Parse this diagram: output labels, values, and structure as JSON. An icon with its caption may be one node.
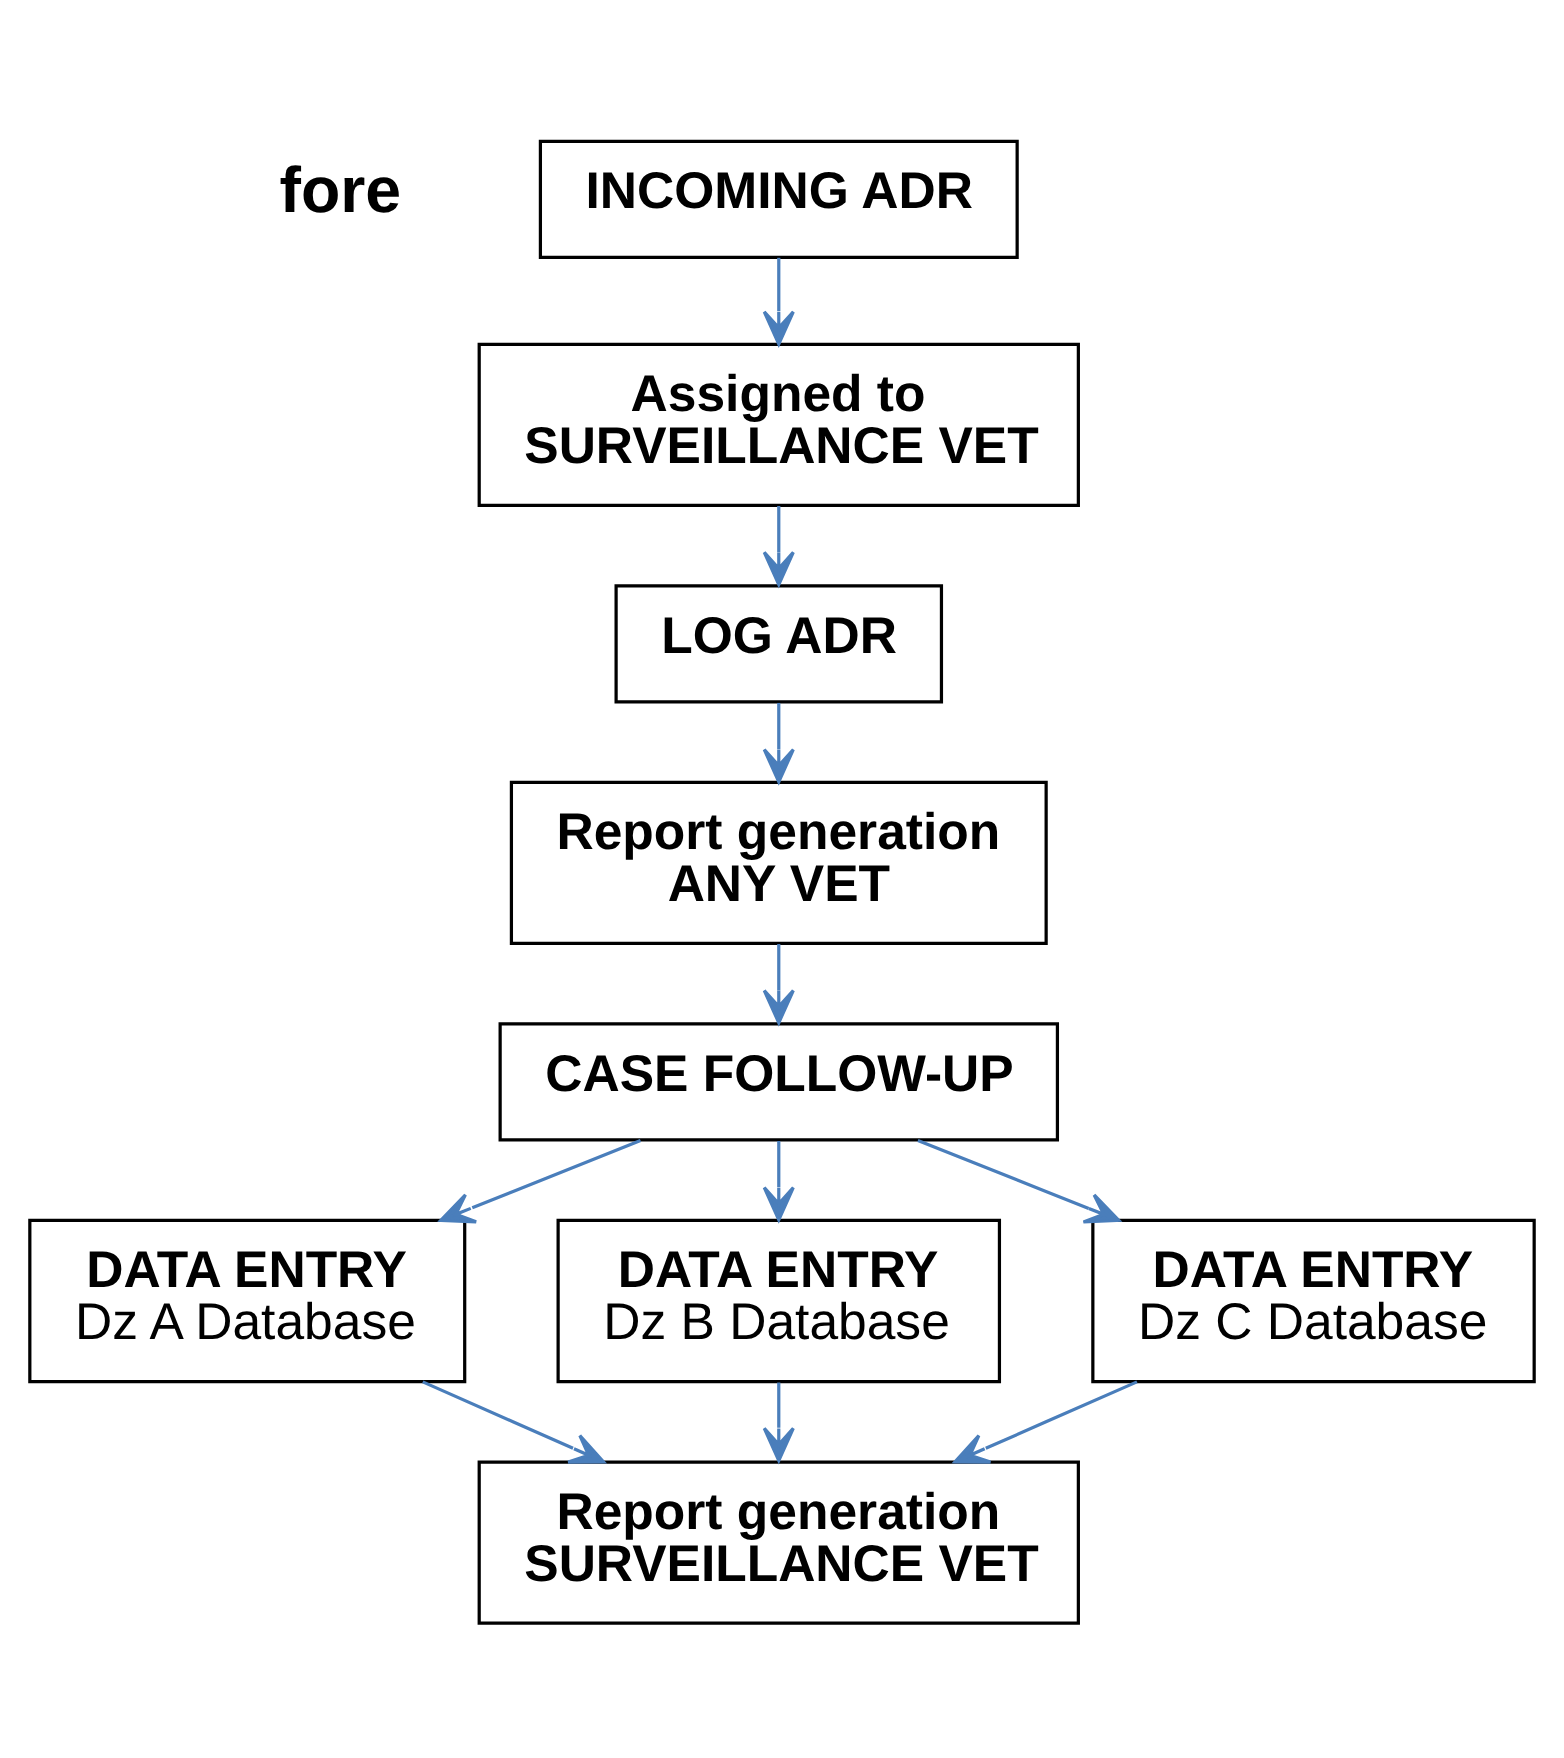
{
  "diagram": {
    "nodes": [
      {
        "text": [
          "INCOMING ADR"
        ]
      },
      {
        "text": [
          "Assigned to SURVEILLANCE VET"
        ]
      },
      {
        "text": [
          "LOG ADR"
        ]
      },
      {
        "text": [
          "Report generation ANY VET"
        ]
      },
      {
        "text": [
          "CASE FOLLOW-UP"
        ]
      },
      {
        "text": [
          "DATA ENTRY",
          "Dz A Database"
        ]
      },
      {
        "text": [
          "DATA ENTRY",
          "Dz B Database"
        ]
      },
      {
        "text": [
          "DATA ENTRY",
          "Dz C Database"
        ]
      },
      {
        "text": [
          "Report generation SURVEILLANCE VET"
        ]
      }
    ],
    "edges": [
      {
        "from": 0,
        "to": 1,
        "arrow": "to"
      },
      {
        "from": 1,
        "to": 2,
        "arrow": "to"
      },
      {
        "from": 2,
        "to": 3,
        "arrow": "to"
      },
      {
        "from": 3,
        "to": 4,
        "arrow": "to"
      },
      {
        "from": 4,
        "to": 5,
        "arrow": "to"
      },
      {
        "from": 4,
        "to": 6,
        "arrow": "to"
      },
      {
        "from": 4,
        "to": 7,
        "arrow": "to"
      },
      {
        "from": 5,
        "to": 8,
        "arrow": "to"
      },
      {
        "from": 6,
        "to": 8,
        "arrow": "to"
      },
      {
        "from": 7,
        "to": 8,
        "arrow": "to"
      }
    ],
    "labels": [
      "fore"
    ]
  }
}
